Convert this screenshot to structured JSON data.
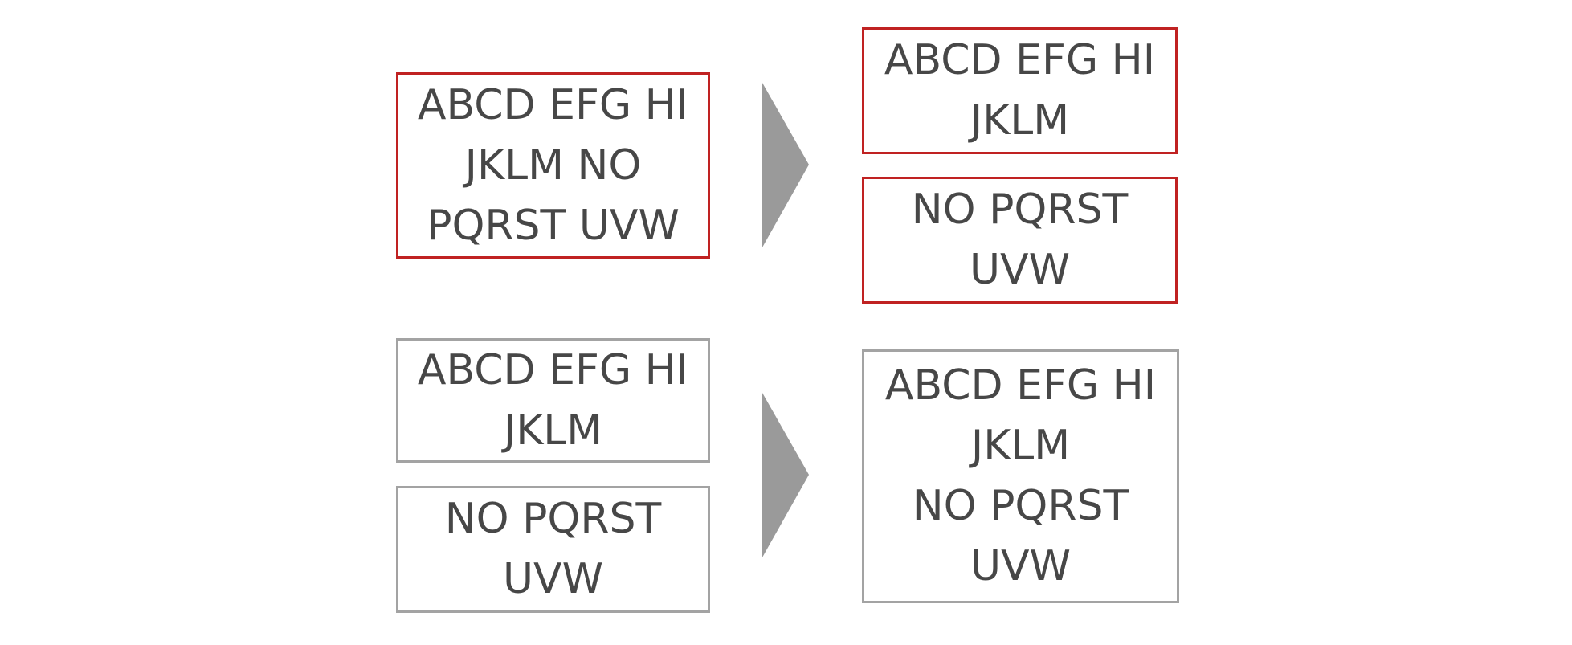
{
  "colors": {
    "background": "#FFFFFF",
    "red_box_border": "#C02222",
    "gray_box_border": "#A3A3A3",
    "arrow_fill": "#9A9A9A",
    "text": "#474747"
  },
  "split_row": {
    "source_box": {
      "text": "ABCD EFG HI\nJKLM NO\nPQRST UVW",
      "border_color_name": "red"
    },
    "arrow_icon": "right-arrow-triangle",
    "result_boxes": [
      {
        "text": "ABCD EFG HI\nJKLM",
        "border_color_name": "red"
      },
      {
        "text": "NO PQRST\nUVW",
        "border_color_name": "red"
      }
    ]
  },
  "merge_row": {
    "source_boxes": [
      {
        "text": "ABCD EFG HI\nJKLM",
        "border_color_name": "gray"
      },
      {
        "text": "NO PQRST\nUVW",
        "border_color_name": "gray"
      }
    ],
    "arrow_icon": "right-arrow-triangle",
    "result_box": {
      "text": "ABCD EFG HI\nJKLM\nNO PQRST\nUVW",
      "border_color_name": "gray"
    }
  }
}
